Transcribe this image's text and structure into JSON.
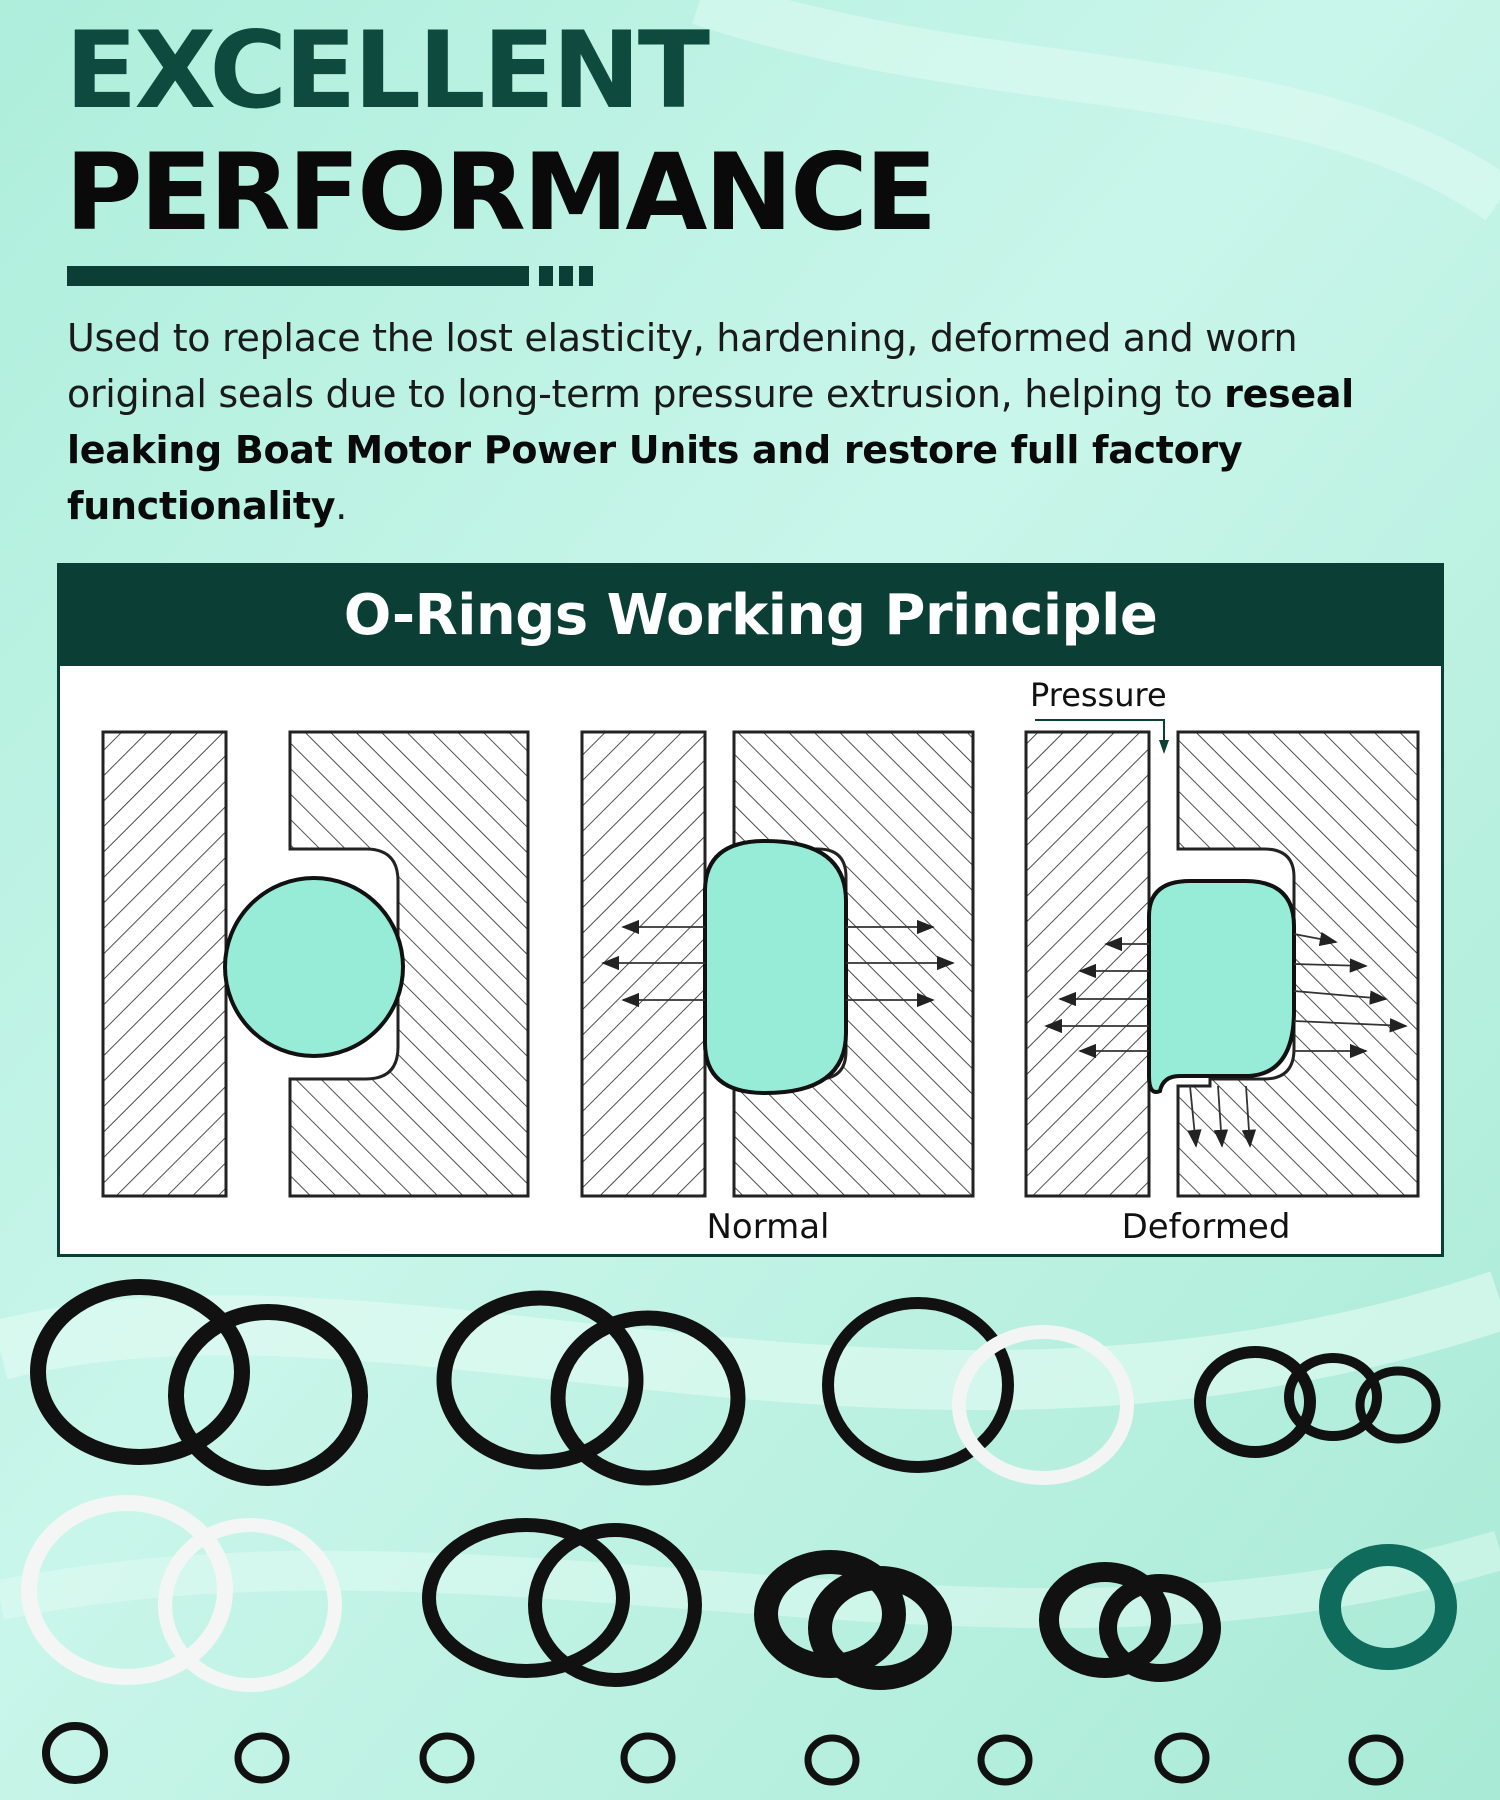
{
  "heading": {
    "line1": "EXCELLENT",
    "line2": "PERFORMANCE"
  },
  "description": {
    "plain": "Used to replace the lost elasticity, hardening, deformed and worn original seals due to long-term pressure extrusion, helping to ",
    "bold": "reseal leaking Boat Motor Power Units and restore full factory functionality",
    "end": "."
  },
  "panel": {
    "title": "O-Rings Working Principle",
    "labels": {
      "pressure": "Pressure",
      "normal": "Normal",
      "deformed": "Deformed"
    }
  },
  "colors": {
    "brand_dark": "#0b3f36",
    "title_green": "#0f4a3f",
    "seal_fill": "#96ecd6",
    "bg_mint": "#bff3e4"
  }
}
